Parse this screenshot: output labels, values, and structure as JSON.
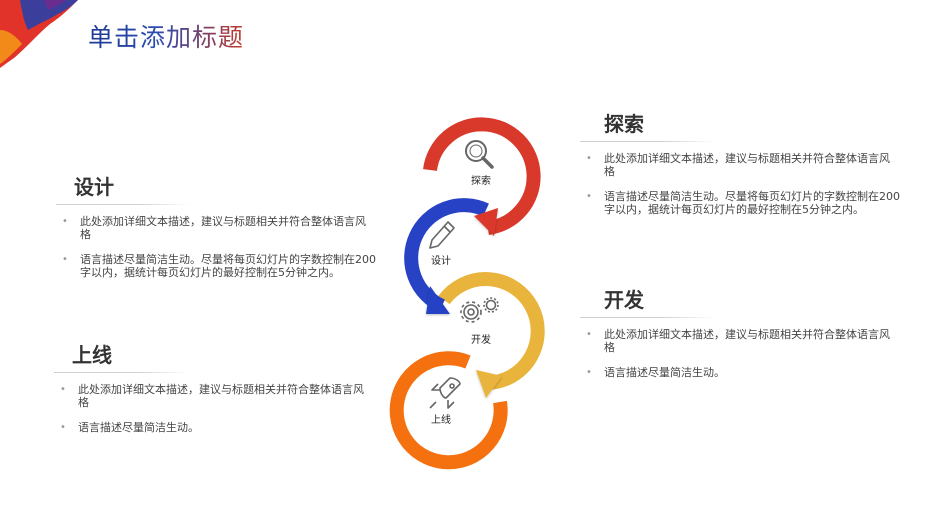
{
  "title": "单击添加标题",
  "colors": {
    "explore": "#d9392b",
    "design": "#2742c4",
    "develop": "#e9b43c",
    "launch": "#f5700f"
  },
  "rings": {
    "explore": {
      "label": "探索",
      "icon": "magnifier-icon"
    },
    "design": {
      "label": "设计",
      "icon": "pencil-icon"
    },
    "develop": {
      "label": "开发",
      "icon": "gears-icon"
    },
    "launch": {
      "label": "上线",
      "icon": "rocket-icon"
    }
  },
  "sections": {
    "explore": {
      "heading": "探索",
      "bullets": [
        "此处添加详细文本描述，建议与标题相关并符合整体语言风格",
        "语言描述尽量简洁生动。尽量将每页幻灯片的字数控制在200字以内，据统计每页幻灯片的最好控制在5分钟之内。"
      ]
    },
    "design": {
      "heading": "设计",
      "bullets": [
        "此处添加详细文本描述，建议与标题相关并符合整体语言风格",
        "语言描述尽量简洁生动。尽量将每页幻灯片的字数控制在200字以内，据统计每页幻灯片的最好控制在5分钟之内。"
      ]
    },
    "develop": {
      "heading": "开发",
      "bullets": [
        "此处添加详细文本描述，建议与标题相关并符合整体语言风格",
        "语言描述尽量简洁生动。"
      ]
    },
    "launch": {
      "heading": "上线",
      "bullets": [
        "此处添加详细文本描述，建议与标题相关并符合整体语言风格",
        "语言描述尽量简洁生动。"
      ]
    }
  }
}
